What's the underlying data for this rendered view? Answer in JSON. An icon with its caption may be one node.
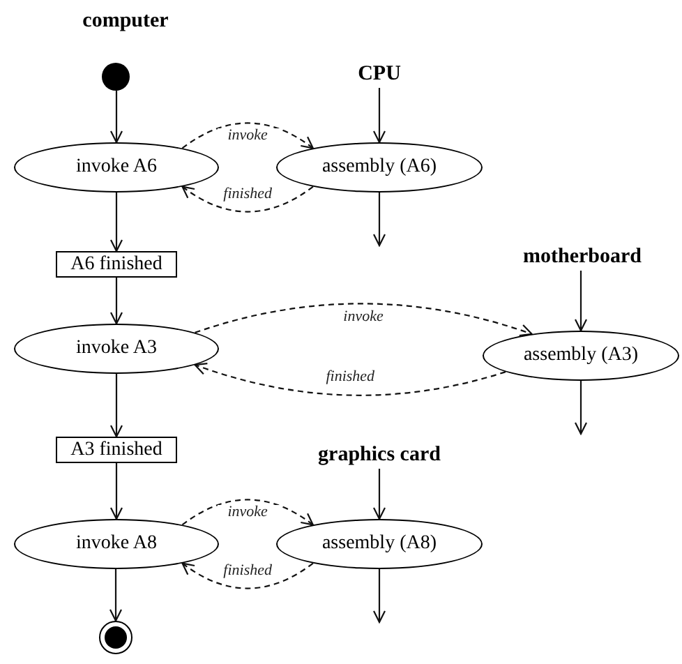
{
  "diagram": {
    "nodes": [
      {
        "text": [],
        "shape": "circle"
      },
      {
        "text": [
          "invoke A6"
        ]
      },
      {
        "text": [
          "assembly (A6)"
        ]
      },
      {
        "text": [
          "A6 finished"
        ]
      },
      {
        "text": [
          "invoke A3"
        ]
      },
      {
        "text": [
          "assembly (A3)"
        ]
      },
      {
        "text": [
          "A3 finished"
        ]
      },
      {
        "text": [
          "invoke A8"
        ]
      },
      {
        "text": [
          "assembly (A8)"
        ]
      },
      {
        "text": [],
        "shape": "circle"
      },
      {
        "text": [
          "CPU"
        ]
      },
      {
        "text": [
          "motherboard"
        ]
      },
      {
        "text": [
          "graphics card"
        ]
      }
    ],
    "edges": [
      {
        "from": 0,
        "to": 1,
        "arrow": "to"
      },
      {
        "from": 1,
        "to": 2,
        "arrow": "to",
        "label": "invoke",
        "style": "dashed"
      },
      {
        "from": 2,
        "to": 1,
        "arrow": "to",
        "label": "finished",
        "style": "dashed"
      },
      {
        "from": 1,
        "to": 3,
        "arrow": "to"
      },
      {
        "from": 10,
        "to": 2,
        "arrow": "to"
      },
      {
        "from": 2,
        "to": null,
        "arrow": "to"
      },
      {
        "from": 3,
        "to": 4,
        "arrow": "to"
      },
      {
        "from": 4,
        "to": 5,
        "arrow": "to",
        "label": "invoke",
        "style": "dashed"
      },
      {
        "from": 5,
        "to": 4,
        "arrow": "to",
        "label": "finished",
        "style": "dashed"
      },
      {
        "from": 11,
        "to": 5,
        "arrow": "to"
      },
      {
        "from": 5,
        "to": null,
        "arrow": "to"
      },
      {
        "from": 4,
        "to": 6,
        "arrow": "to"
      },
      {
        "from": 6,
        "to": 7,
        "arrow": "to"
      },
      {
        "from": 7,
        "to": 8,
        "arrow": "to",
        "label": "invoke",
        "style": "dashed"
      },
      {
        "from": 8,
        "to": 7,
        "arrow": "to",
        "label": "finished",
        "style": "dashed"
      },
      {
        "from": 12,
        "to": 8,
        "arrow": "to"
      },
      {
        "from": 8,
        "to": null,
        "arrow": "to"
      },
      {
        "from": 7,
        "to": 9,
        "arrow": "to"
      }
    ],
    "labels": [
      "computer"
    ]
  }
}
